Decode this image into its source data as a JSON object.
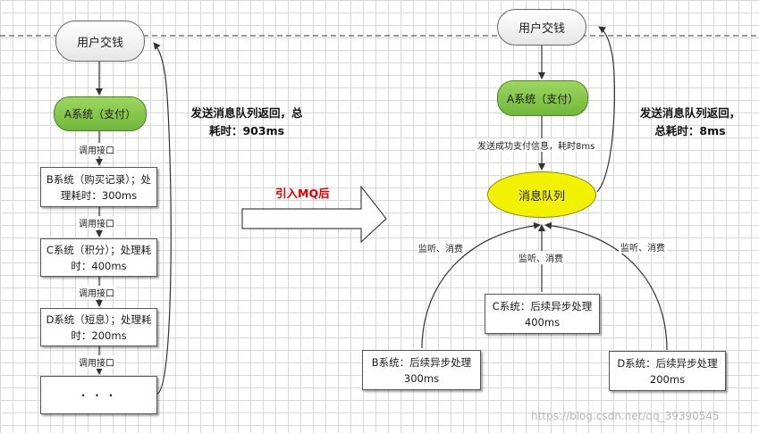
{
  "left": {
    "user_node": "用户交钱",
    "a_system": "A系统（支付）",
    "call_labels": [
      "调用接口",
      "调用接口",
      "调用接口",
      "调用接口"
    ],
    "b_system": "B系统（购买记录）；处理耗时：300ms",
    "c_system": "C系统（积分）；处理耗时：400ms",
    "d_system": "D系统（短息）；处理耗时：200ms",
    "more": "・・・",
    "note": "发送消息队列返回，总耗时：903ms"
  },
  "arrow_label": "引入MQ后",
  "right": {
    "user_node": "用户交钱",
    "a_system": "A系统（支付）",
    "send_label": "发送成功支付信息，耗时8ms",
    "queue": "消息队列",
    "listen_labels": [
      "监听、消费",
      "监听、消费",
      "监听、消费"
    ],
    "b_system": "B系统：后续异步处理300ms",
    "c_system": "C系统：后续异步处理400ms",
    "d_system": "D系统：后续异步处理200ms",
    "note": "发送消息队列返回，总耗时：8ms"
  },
  "watermark": "https://blog.csdn.net/qq_39390545"
}
